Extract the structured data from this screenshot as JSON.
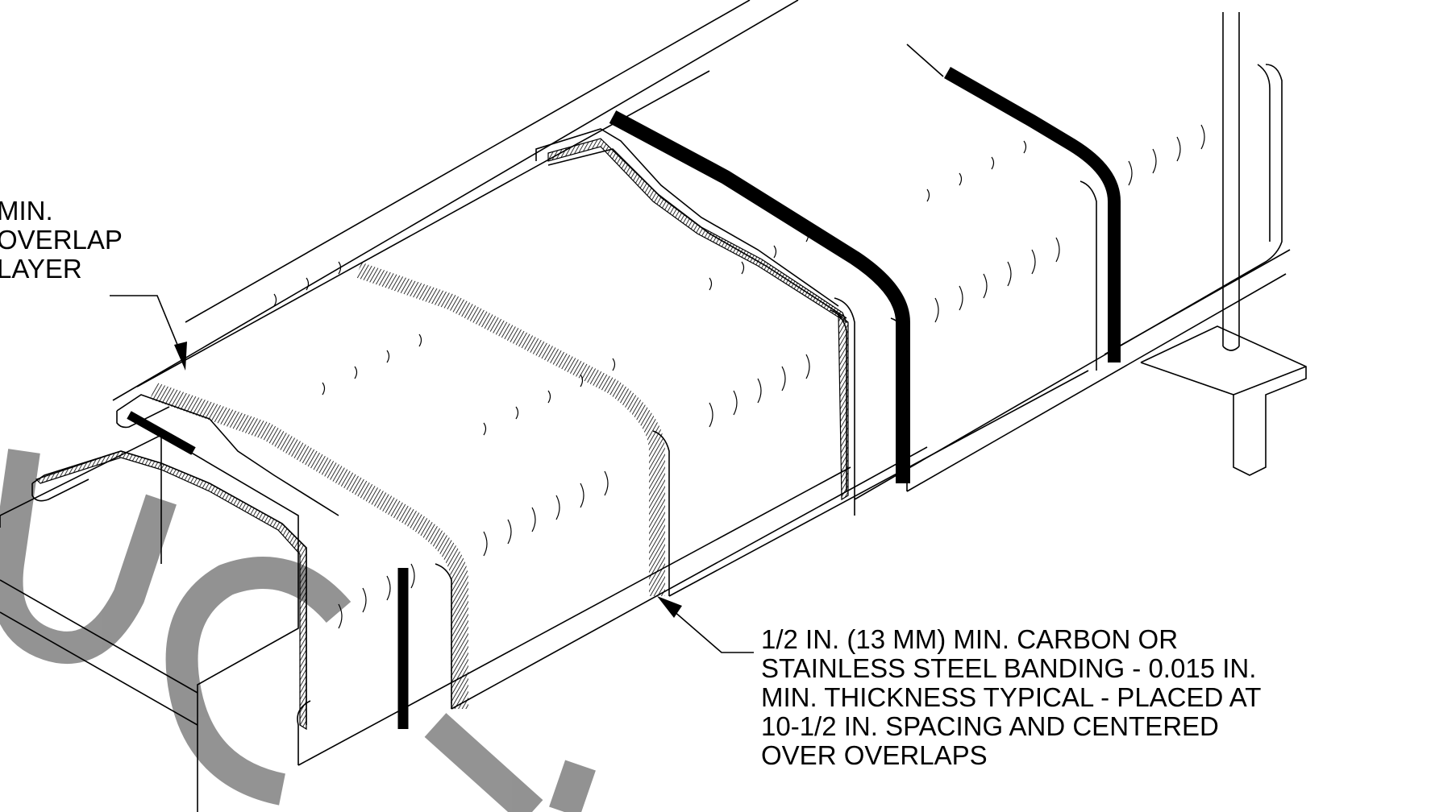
{
  "callout_overlap": {
    "lines": [
      "MIN.",
      "OVERLAP",
      "LAYER"
    ]
  },
  "callout_banding": {
    "lines": [
      "1/2 IN. (13 MM) MIN. CARBON OR",
      "STAINLESS STEEL BANDING - 0.015 IN.",
      "MIN. THICKNESS TYPICAL - PLACED AT",
      "10-1/2 IN. SPACING AND CENTERED",
      "OVER OVERLAPS"
    ]
  },
  "colors": {
    "line": "#000000",
    "background": "#ffffff",
    "watermark": "#808080"
  }
}
